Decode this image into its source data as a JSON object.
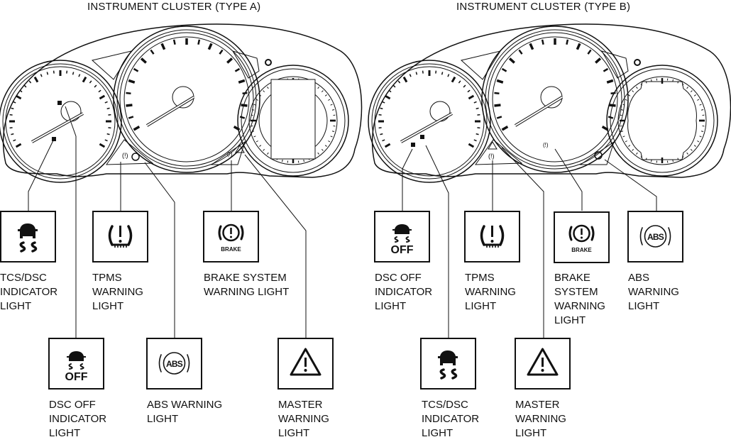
{
  "titles": {
    "type_a": "INSTRUMENT CLUSTER (TYPE A)",
    "type_b": "INSTRUMENT CLUSTER (TYPE B)"
  },
  "type_a": {
    "callouts": [
      {
        "id": "tcs-dsc",
        "icon": "tcs-dsc-icon",
        "label": "TCS/DSC\nINDICATOR\nLIGHT"
      },
      {
        "id": "tpms",
        "icon": "tpms-icon",
        "label": "TPMS\nWARNING\nLIGHT"
      },
      {
        "id": "brake",
        "icon": "brake-icon",
        "label": "BRAKE SYSTEM\nWARNING LIGHT",
        "icon_text": "BRAKE"
      },
      {
        "id": "dsc-off",
        "icon": "dsc-off-icon",
        "label": "DSC OFF\nINDICATOR\nLIGHT",
        "icon_text": "OFF"
      },
      {
        "id": "abs",
        "icon": "abs-icon",
        "label": "ABS WARNING\nLIGHT",
        "icon_text": "ABS"
      },
      {
        "id": "master",
        "icon": "master-warning-icon",
        "label": "MASTER\nWARNING\nLIGHT"
      }
    ]
  },
  "type_b": {
    "callouts": [
      {
        "id": "dsc-off",
        "icon": "dsc-off-icon",
        "label": "DSC OFF\nINDICATOR\nLIGHT",
        "icon_text": "OFF"
      },
      {
        "id": "tpms",
        "icon": "tpms-icon",
        "label": "TPMS\nWARNING\nLIGHT"
      },
      {
        "id": "brake",
        "icon": "brake-icon",
        "label": "BRAKE\nSYSTEM\nWARNING\nLIGHT",
        "icon_text": "BRAKE"
      },
      {
        "id": "abs",
        "icon": "abs-icon",
        "label": "ABS\nWARNING\nLIGHT",
        "icon_text": "ABS"
      },
      {
        "id": "tcs-dsc",
        "icon": "tcs-dsc-icon",
        "label": "TCS/DSC\nINDICATOR\nLIGHT"
      },
      {
        "id": "master",
        "icon": "master-warning-icon",
        "label": "MASTER\nWARNING\nLIGHT"
      }
    ]
  }
}
